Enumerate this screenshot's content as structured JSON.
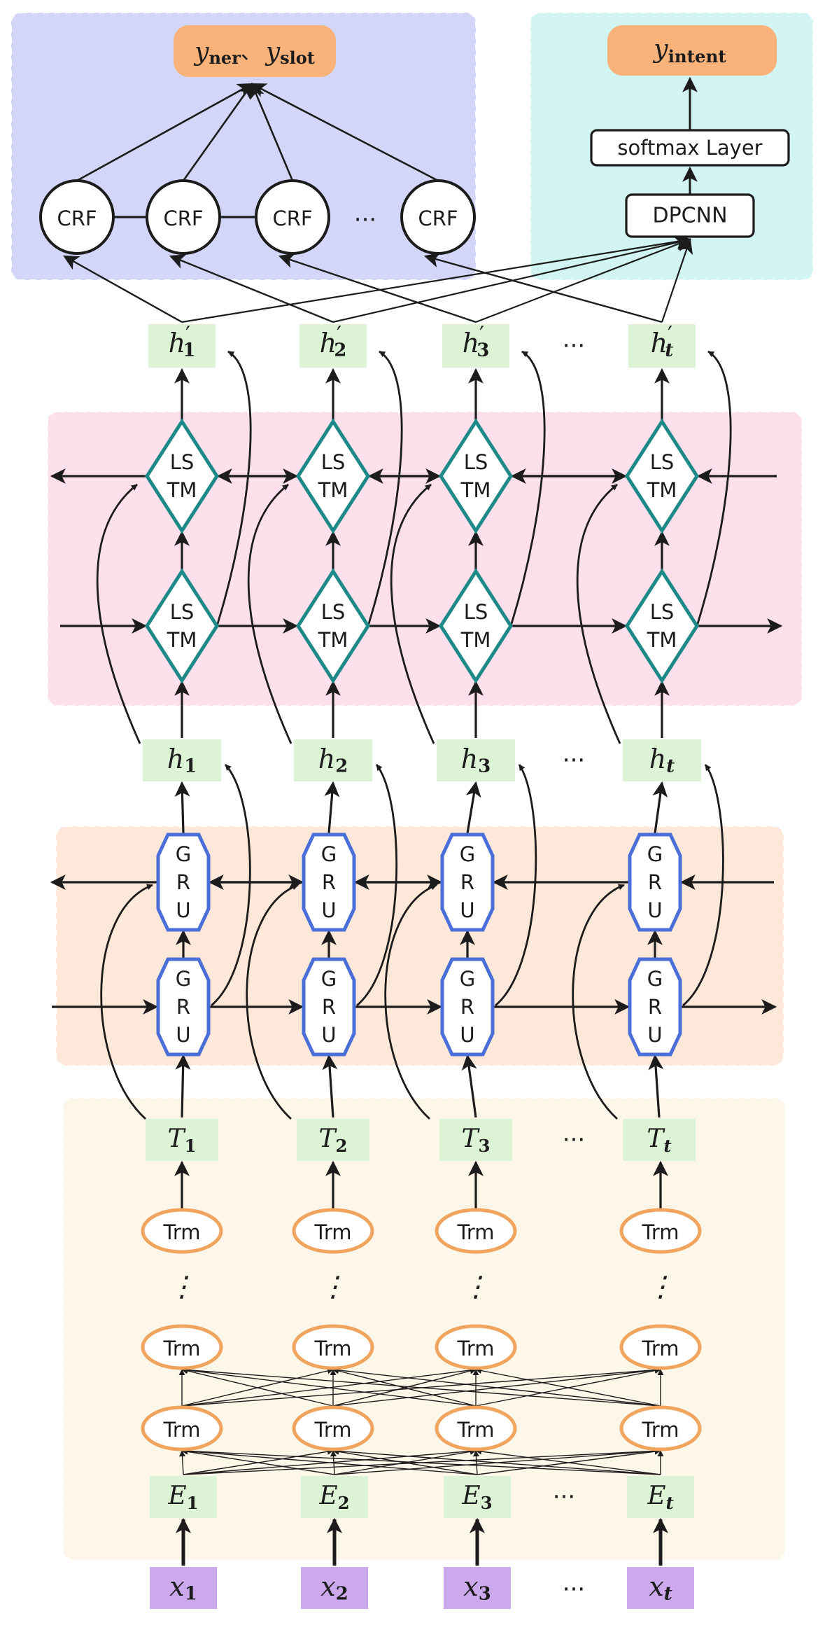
{
  "outputs": {
    "ner_slot": {
      "base1": "y",
      "sub1": "ner",
      "sep": "、",
      "base2": "y",
      "sub2": "slot"
    },
    "intent": {
      "base": "y",
      "sub": "intent"
    }
  },
  "crf": {
    "labels": [
      "CRF",
      "CRF",
      "CRF",
      "CRF"
    ],
    "ellipsis": "···"
  },
  "intent_branch": {
    "softmax": "softmax Layer",
    "dpcnn": "DPCNN"
  },
  "hprime": {
    "base": "h",
    "prime": "′",
    "subs": [
      "1",
      "2",
      "3",
      "t"
    ],
    "ellipsis": "···"
  },
  "lstm": {
    "line1": "LS",
    "line2": "TM"
  },
  "h": {
    "base": "h",
    "subs": [
      "1",
      "2",
      "3",
      "t"
    ],
    "ellipsis": "···"
  },
  "gru": {
    "letters": [
      "G",
      "R",
      "U"
    ]
  },
  "t": {
    "base": "T",
    "subs": [
      "1",
      "2",
      "3",
      "t"
    ],
    "ellipsis": "···"
  },
  "trm": {
    "label": "Trm",
    "vdots": "⋮"
  },
  "e": {
    "base": "E",
    "subs": [
      "1",
      "2",
      "3",
      "t"
    ],
    "ellipsis": "···"
  },
  "x": {
    "base": "x",
    "subs": [
      "1",
      "2",
      "3",
      "t"
    ],
    "ellipsis": "···"
  },
  "colors": {
    "panel_ner": "#d3d6f8",
    "panel_intent": "#d2f4f2",
    "panel_lstm": "#fde0ec",
    "panel_gru": "#fde8da",
    "panel_bert": "#fcf7e8",
    "output_box": "#f9b27a",
    "hidden_box": "#ddf3d6",
    "input_box": "#cca8ec",
    "lstm_stroke": "#1d8a88",
    "gru_stroke": "#4a6fd8",
    "trm_stroke": "#f0a45e",
    "line": "#1c1c1c"
  }
}
